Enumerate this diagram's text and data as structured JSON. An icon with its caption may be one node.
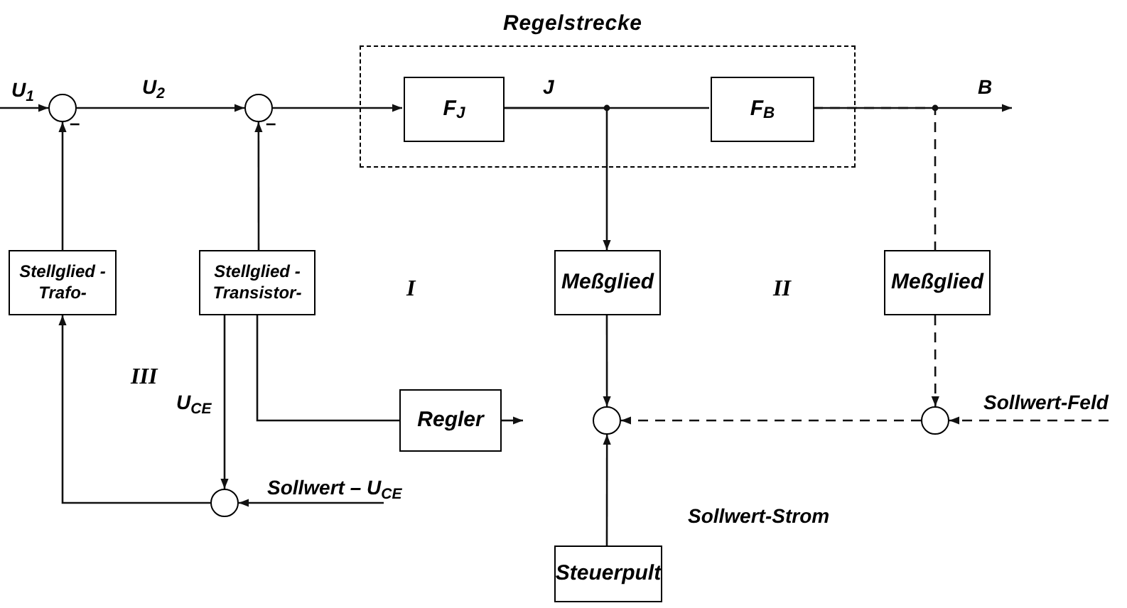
{
  "diagram": {
    "nodes": [
      {
        "text": [
          "Regelstrecke"
        ]
      },
      {
        "text": [
          "F$_{J}$"
        ],
        "in": 0
      },
      {
        "text": [
          "F$_{B}$"
        ],
        "in": 0
      },
      {
        "text": [],
        "shape": "circle",
        "beside": [
          "–"
        ]
      },
      {
        "text": [],
        "shape": "circle",
        "beside": [
          "–"
        ]
      },
      {
        "text": [
          "Stellglied -Trafo-"
        ]
      },
      {
        "text": [
          "Stellglied -Transistor-"
        ]
      },
      {
        "text": [
          "Meßglied"
        ]
      },
      {
        "text": [
          "Meßglied"
        ]
      },
      {
        "text": [
          "Regler"
        ]
      },
      {
        "text": [],
        "shape": "circle"
      },
      {
        "text": [],
        "shape": "circle"
      },
      {
        "text": [],
        "shape": "circle"
      },
      {
        "text": [
          "Steuerpult"
        ]
      }
    ],
    "edges": [
      {
        "from": null,
        "to": 3,
        "arrow": "to",
        "label": "U$_{1}$"
      },
      {
        "from": 3,
        "to": 4,
        "arrow": "to",
        "label": "U$_{2}$"
      },
      {
        "from": 4,
        "to": 1,
        "arrow": "to"
      },
      {
        "from": 1,
        "to": 2,
        "arrow": "none",
        "label": "J"
      },
      {
        "from": 2,
        "to": null,
        "arrow": "to",
        "label": "B"
      },
      {
        "from": 5,
        "to": 3,
        "arrow": "to"
      },
      {
        "from": 6,
        "to": 4,
        "arrow": "to"
      },
      {
        "from": 1,
        "to": 7,
        "arrow": "to"
      },
      {
        "from": 2,
        "to": 8,
        "arrow": "none",
        "style": "dashed"
      },
      {
        "from": 7,
        "to": 11,
        "arrow": "to"
      },
      {
        "from": 8,
        "to": 12,
        "arrow": "to",
        "style": "dashed"
      },
      {
        "from": 12,
        "to": 11,
        "arrow": "to",
        "style": "dashed"
      },
      {
        "from": null,
        "to": 12,
        "arrow": "to",
        "style": "dashed",
        "label": "Sollwert-Feld"
      },
      {
        "from": 13,
        "to": 11,
        "arrow": "to",
        "label": "Sollwert-Strom"
      },
      {
        "from": 9,
        "to": null,
        "arrow": "to"
      },
      {
        "from": 9,
        "to": 6,
        "arrow": "none"
      },
      {
        "from": 6,
        "to": 10,
        "arrow": "to",
        "label": "U$_{CE}$"
      },
      {
        "from": 10,
        "to": 5,
        "arrow": "to"
      },
      {
        "from": null,
        "to": 10,
        "arrow": "to",
        "label": "Sollwert – U$_{CE}$"
      }
    ],
    "labels": [
      "I",
      "II",
      "III"
    ]
  }
}
